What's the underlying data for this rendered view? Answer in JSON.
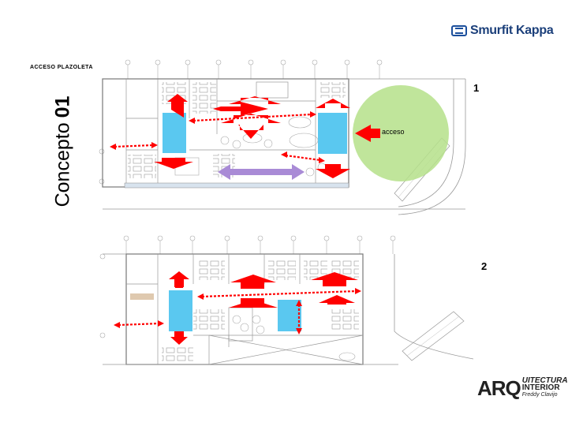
{
  "brand": {
    "name": "Smurfit Kappa",
    "color": "#1b4f9c"
  },
  "header": {
    "section_label": "ACCESO  PLAZOLETA"
  },
  "title": {
    "word": "Concepto",
    "number": "01"
  },
  "plans": [
    {
      "label": "1",
      "zone_label": "acceso"
    },
    {
      "label": "2"
    }
  ],
  "colors": {
    "arrow": "#ff0000",
    "zone_blue": "#5ac8f0",
    "zone_green": "#b5e08a",
    "arrow_purple": "#a98bd6",
    "wall": "#777777"
  },
  "footer": {
    "mark": "ARQ",
    "line1": "UITECTURA",
    "line2": "INTERIOR",
    "line3": "Freddy Clavijo"
  }
}
